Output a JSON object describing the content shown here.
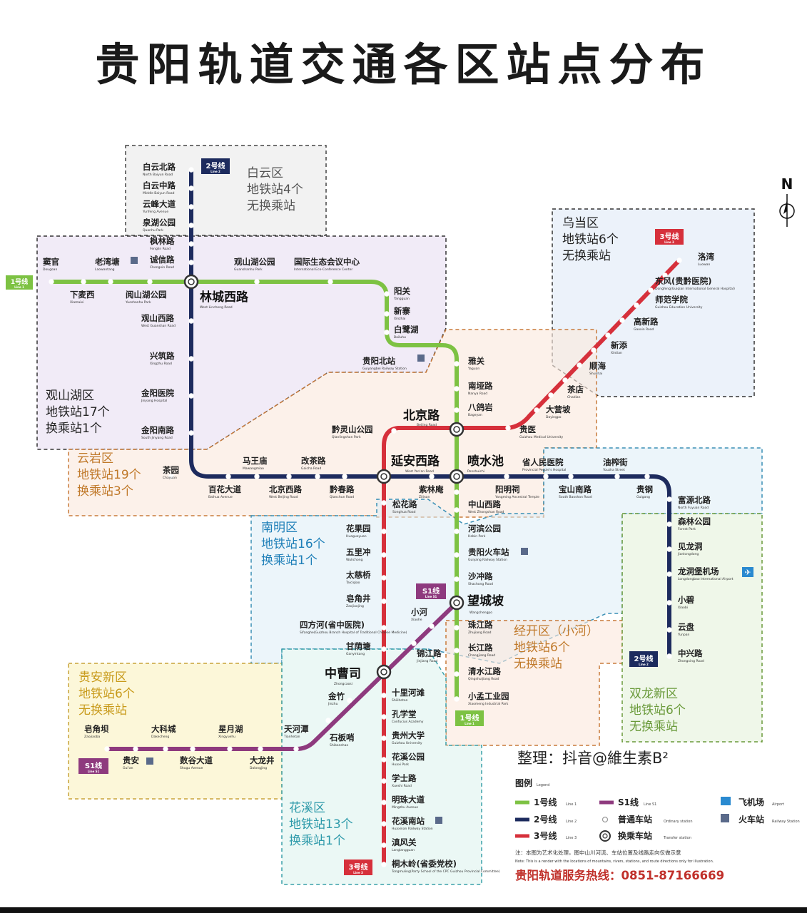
{
  "title": "贵阳轨道交通各区站点分布",
  "compass": "N",
  "lines": {
    "l1": {
      "color": "#7dc243",
      "badge": "1号线",
      "badge_en": "Line 1"
    },
    "l2": {
      "color": "#1d2b5e",
      "badge": "2号线",
      "badge_en": "Line 2"
    },
    "l3": {
      "color": "#d6303b",
      "badge": "3号线",
      "badge_en": "Line 3"
    },
    "s1": {
      "color": "#8e3a7e",
      "badge": "S1线",
      "badge_en": "Line S1"
    }
  },
  "districts": [
    {
      "name": "白云区",
      "line2": "地铁站4个",
      "line3": "无换乘站",
      "color": "#555555"
    },
    {
      "name": "乌当区",
      "line2": "地铁站6个",
      "line3": "无换乘站",
      "color": "#222222"
    },
    {
      "name": "观山湖区",
      "line2": "地铁站17个",
      "line3": "换乘站1个",
      "color": "#222222"
    },
    {
      "name": "云岩区",
      "line2": "地铁站19个",
      "line3": "换乘站3个",
      "color": "#c0792a"
    },
    {
      "name": "南明区",
      "line2": "地铁站16个",
      "line3": "换乘站1个",
      "color": "#1e7fb8"
    },
    {
      "name": "经开区（小河）",
      "line2": "地铁站6个",
      "line3": "无换乘站",
      "color": "#c0792a"
    },
    {
      "name": "双龙新区",
      "line2": "地铁站6个",
      "line3": "无换乘站",
      "color": "#6a9a3a"
    },
    {
      "name": "贵安新区",
      "line2": "地铁站6个",
      "line3": "无换乘站",
      "color": "#c89a1a"
    },
    {
      "name": "花溪区",
      "line2": "地铁站13个",
      "line3": "换乘站1个",
      "color": "#2e9aaa"
    }
  ],
  "stations": [
    {
      "zh": "白云北路",
      "en": "North Baiyun Road"
    },
    {
      "zh": "白云中路",
      "en": "Middle Baiyun Road"
    },
    {
      "zh": "云峰大道",
      "en": "Yunfeng Avenue"
    },
    {
      "zh": "泉湖公园",
      "en": "Quanhu Park"
    },
    {
      "zh": "枫林路",
      "en": "Fenglin Road"
    },
    {
      "zh": "诚信路",
      "en": "Chengxin Road"
    },
    {
      "zh": "观山西路",
      "en": "West Guanshan Road"
    },
    {
      "zh": "兴筑路",
      "en": "Xingzhu Road"
    },
    {
      "zh": "金阳医院",
      "en": "Jinyang Hospital"
    },
    {
      "zh": "金阳南路",
      "en": "South Jinyang Road"
    },
    {
      "zh": "窦官",
      "en": "Dougoan"
    },
    {
      "zh": "下麦西",
      "en": "Xiamaixi"
    },
    {
      "zh": "老湾塘",
      "en": "Laowantang"
    },
    {
      "zh": "阅山湖公园",
      "en": "Yueshanhu Park"
    },
    {
      "zh": "观山湖公园",
      "en": "Guanshanhu Park"
    },
    {
      "zh": "国际生态会议中心",
      "en": "International Eco-Conference Center"
    },
    {
      "zh": "阳关",
      "en": "Yangguan"
    },
    {
      "zh": "新寨",
      "en": "Xinzhai"
    },
    {
      "zh": "白鹭湖",
      "en": "Bailuhu"
    },
    {
      "zh": "贵阳北站",
      "en": "Guiyangbei Railway Station"
    },
    {
      "zh": "雅关",
      "en": "Yaguan"
    },
    {
      "zh": "南垭路",
      "en": "Nanya Road"
    },
    {
      "zh": "八鸽岩",
      "en": "Bageyan"
    },
    {
      "zh": "黔灵山公园",
      "en": "Qianlingshan Park"
    },
    {
      "zh": "茶园",
      "en": "Chayuan"
    },
    {
      "zh": "马王庙",
      "en": "Mawangmiao"
    },
    {
      "zh": "改茶路",
      "en": "Gaicha Road"
    },
    {
      "zh": "百花大道",
      "en": "Baihua Avenue"
    },
    {
      "zh": "北京西路",
      "en": "West Beijing Road"
    },
    {
      "zh": "黔春路",
      "en": "Qianchun Road"
    },
    {
      "zh": "紫林庵",
      "en": "Zilinan"
    },
    {
      "zh": "省人民医院",
      "en": "Provincial People's Hospital"
    },
    {
      "zh": "油榨街",
      "en": "Youzha Street"
    },
    {
      "zh": "阳明祠",
      "en": "Yangming Ancestral Temple"
    },
    {
      "zh": "宝山南路",
      "en": "South Baoshan Road"
    },
    {
      "zh": "贵钢",
      "en": "Guigang"
    },
    {
      "zh": "富源北路",
      "en": "North Fuyuan Road"
    },
    {
      "zh": "洛湾",
      "en": "Luowan"
    },
    {
      "zh": "东风(贵黔医院)",
      "en": "Dongfeng(Guiqian International General Hospital)"
    },
    {
      "zh": "师范学院",
      "en": "Guizhou Education University"
    },
    {
      "zh": "高新路",
      "en": "Gaoxin Road"
    },
    {
      "zh": "新添",
      "en": "Xintian"
    },
    {
      "zh": "顺海",
      "en": "Shunhai"
    },
    {
      "zh": "茶店",
      "en": "Chadian"
    },
    {
      "zh": "大营坡",
      "en": "Dayingpo"
    },
    {
      "zh": "贵医",
      "en": "Guizhou Medical University"
    },
    {
      "zh": "松花路",
      "en": "Songhua Road"
    },
    {
      "zh": "花果园",
      "en": "Huaguoyuan"
    },
    {
      "zh": "五里冲",
      "en": "Wulichong"
    },
    {
      "zh": "太慈桥",
      "en": "Taiciqiao"
    },
    {
      "zh": "皂角井",
      "en": "Zaojiaojing"
    },
    {
      "zh": "四方河(省中医院)",
      "en": "Sifanghe(Guizhou Branch Hospital of Traditional Chinese Medicine)"
    },
    {
      "zh": "甘荫塘",
      "en": "Ganyintang"
    },
    {
      "zh": "中山西路",
      "en": "West Zhongshan Road"
    },
    {
      "zh": "河滨公园",
      "en": "Hebin Park"
    },
    {
      "zh": "贵阳火车站",
      "en": "Guiyang Railway Station"
    },
    {
      "zh": "沙冲路",
      "en": "Shachong Road"
    },
    {
      "zh": "珠江路",
      "en": "Zhujiang Road"
    },
    {
      "zh": "长江路",
      "en": "Changjiang Road"
    },
    {
      "zh": "清水江路",
      "en": "Qingshuijiang Road"
    },
    {
      "zh": "小孟工业园",
      "en": "Xiaomeng Industrial Park"
    },
    {
      "zh": "森林公园",
      "en": "Forest Park"
    },
    {
      "zh": "见龙洞",
      "en": "Jianlongdong"
    },
    {
      "zh": "龙洞堡机场",
      "en": "Longdongbao International Airport"
    },
    {
      "zh": "小碧",
      "en": "Xiaobi"
    },
    {
      "zh": "云盘",
      "en": "Yunpan"
    },
    {
      "zh": "中兴路",
      "en": "Zhongxing Road"
    },
    {
      "zh": "小河",
      "en": "Xiaohe"
    },
    {
      "zh": "锦江路",
      "en": "Jinjiang Road"
    },
    {
      "zh": "金竹",
      "en": "Jinzhu"
    },
    {
      "zh": "石板哨",
      "en": "Shibanshao"
    },
    {
      "zh": "天河潭",
      "en": "Tianhetan"
    },
    {
      "zh": "星月湖",
      "en": "Xingyuehu"
    },
    {
      "zh": "大科城",
      "en": "Dakecheng"
    },
    {
      "zh": "皂角坝",
      "en": "Zaojiaoba"
    },
    {
      "zh": "贵安",
      "en": "Gui'an"
    },
    {
      "zh": "数谷大道",
      "en": "Shugu Avenue"
    },
    {
      "zh": "大龙井",
      "en": "Dalongjing"
    },
    {
      "zh": "十里河滩",
      "en": "Shilihetan"
    },
    {
      "zh": "孔学堂",
      "en": "Confucius Academy"
    },
    {
      "zh": "贵州大学",
      "en": "Guizhou University"
    },
    {
      "zh": "花溪公园",
      "en": "Huaxi Park"
    },
    {
      "zh": "学士路",
      "en": "Xueshi Road"
    },
    {
      "zh": "明珠大道",
      "en": "Mingzhu Avenue"
    },
    {
      "zh": "花溪南站",
      "en": "Huaxinan Railway Station"
    },
    {
      "zh": "滇风关",
      "en": "Langlangguan"
    },
    {
      "zh": "桐木岭(省委党校)",
      "en": "Tongmuling(Party School of the CPC Guizhou Provincial Committee)"
    }
  ],
  "transfers": [
    {
      "zh": "林城西路",
      "en": "West Lincheng Road"
    },
    {
      "zh": "北京路",
      "en": "Beijing Road"
    },
    {
      "zh": "延安西路",
      "en": "West Yan'an Road"
    },
    {
      "zh": "喷水池",
      "en": "Penshuichi"
    },
    {
      "zh": "望城坡",
      "en": "Wangchengpo"
    },
    {
      "zh": "中曹司",
      "en": "Zhongcaosi"
    }
  ],
  "credit": "整理：抖音@維生素B²",
  "legend": {
    "title": "图例",
    "title_en": "Legend",
    "l1": "1号线",
    "l1_en": "Line 1",
    "l2": "2号线",
    "l2_en": "Line 2",
    "l3": "3号线",
    "l3_en": "Line 3",
    "s1": "S1线",
    "s1_en": "Line S1",
    "ordinary": "普通车站",
    "ordinary_en": "Ordinary station",
    "transfer": "换乘车站",
    "transfer_en": "Transfer station",
    "airport": "飞机场",
    "airport_en": "Airport",
    "railway": "火车站",
    "railway_en": "Railway Station"
  },
  "note_zh": "注：本图为艺术化处理，图中山川河流、车站位置及线路走向仅做示意",
  "note_en": "Note: This is a render with the locations of mountains, rivers, stations, and route directions only for illustration.",
  "hotline": "贵阳轨道服务热线：0851-87166669"
}
